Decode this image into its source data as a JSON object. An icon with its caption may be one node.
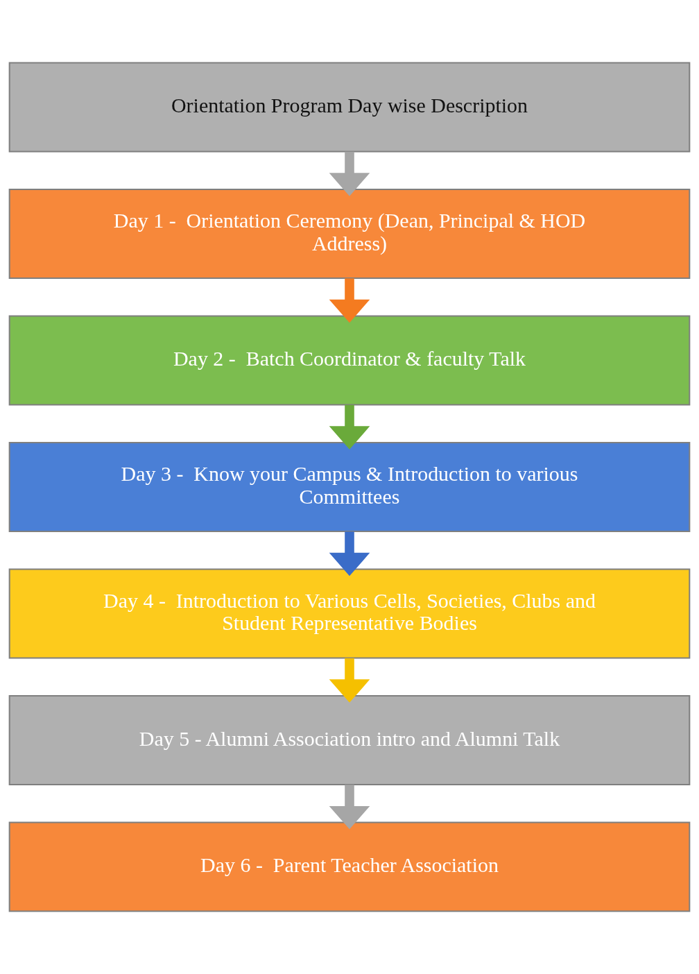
{
  "diagram": {
    "nodes": [
      {
        "text": [
          "Orientation Program Day wise Description"
        ]
      },
      {
        "text": [
          "Day 1 -  Orientation Ceremony (Dean, Principal & HOD Address)"
        ]
      },
      {
        "text": [
          "Day 2 -  Batch Coordinator & faculty Talk"
        ]
      },
      {
        "text": [
          "Day 3 -  Know your Campus & Introduction to various Committees"
        ]
      },
      {
        "text": [
          "Day 4 -  Introduction to Various Cells, Societies, Clubs and Student Representative Bodies"
        ]
      },
      {
        "text": [
          "Day 5 - Alumni Association intro and Alumni Talk"
        ]
      },
      {
        "text": [
          "Day 6 -  Parent Teacher Association"
        ]
      }
    ],
    "edges": [
      {
        "from": 0,
        "to": 1,
        "arrow": "to",
        "color": "#a6a6a6"
      },
      {
        "from": 1,
        "to": 2,
        "arrow": "to",
        "color": "#f47b20"
      },
      {
        "from": 2,
        "to": 3,
        "arrow": "to",
        "color": "#6aaa3a"
      },
      {
        "from": 3,
        "to": 4,
        "arrow": "to",
        "color": "#3a6cc8"
      },
      {
        "from": 4,
        "to": 5,
        "arrow": "to",
        "color": "#f5c000"
      },
      {
        "from": 5,
        "to": 6,
        "arrow": "to",
        "color": "#a6a6a6"
      }
    ]
  }
}
